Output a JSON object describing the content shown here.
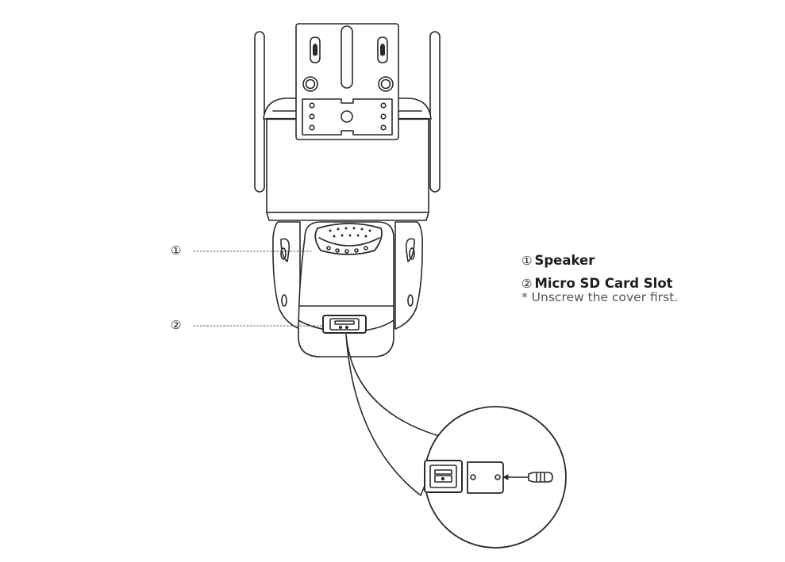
{
  "callouts": [
    {
      "number": "①",
      "label": "Speaker"
    },
    {
      "number": "②",
      "label": "Micro SD Card Slot"
    }
  ],
  "note": "* Unscrew the cover first.",
  "colors": {
    "line": "#2a2a2a",
    "leader": "#555555",
    "text": "#1e1e1e",
    "note": "#555555"
  }
}
